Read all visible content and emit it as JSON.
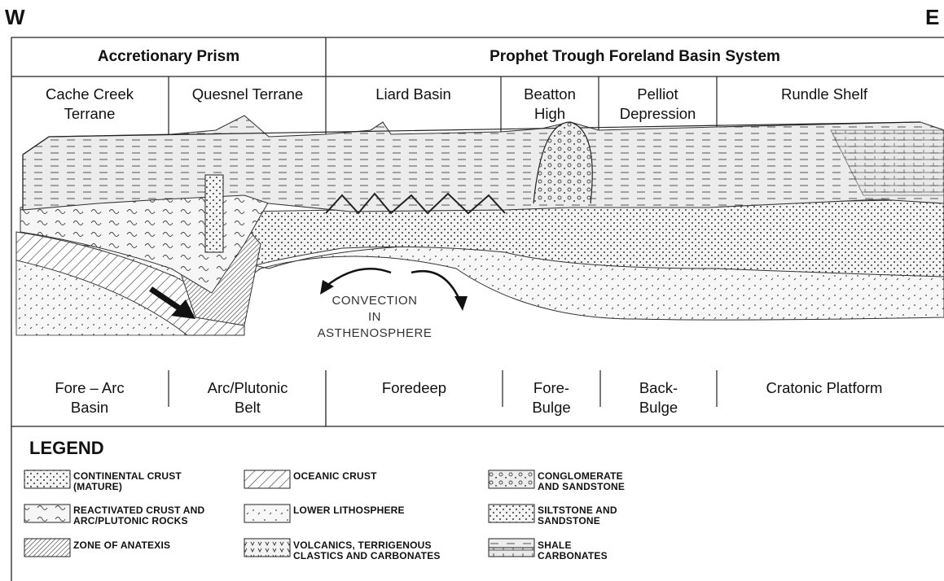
{
  "orientation": {
    "west": "W",
    "east": "E"
  },
  "headers": {
    "left": "Accretionary Prism",
    "right": "Prophet Trough Foreland Basin System"
  },
  "top_labels": [
    {
      "id": "cache",
      "line1": "Cache Creek",
      "line2": "Terrane"
    },
    {
      "id": "quesnel",
      "line1": "Quesnel Terrane",
      "line2": ""
    },
    {
      "id": "liard",
      "line1": "Liard Basin",
      "line2": ""
    },
    {
      "id": "beatton",
      "line1": "Beatton",
      "line2": "High"
    },
    {
      "id": "pelliot",
      "line1": "Pelliot",
      "line2": "Depression"
    },
    {
      "id": "rundle",
      "line1": "Rundle Shelf",
      "line2": ""
    }
  ],
  "convection": {
    "line1": "CONVECTION",
    "line2": "IN",
    "line3": "ASTHENOSPHERE"
  },
  "bottom_labels": [
    {
      "id": "forearc",
      "line1": "Fore – Arc",
      "line2": "Basin"
    },
    {
      "id": "arc",
      "line1": "Arc/Plutonic",
      "line2": "Belt"
    },
    {
      "id": "foredeep",
      "line1": "Foredeep",
      "line2": ""
    },
    {
      "id": "forebulge",
      "line1": "Fore-",
      "line2": "Bulge"
    },
    {
      "id": "backbulge",
      "line1": "Back-",
      "line2": "Bulge"
    },
    {
      "id": "cratonic",
      "line1": "Cratonic Platform",
      "line2": ""
    }
  ],
  "legend": {
    "title": "LEGEND",
    "items": [
      {
        "line1": "CONTINENTAL CRUST",
        "line2": "(MATURE)"
      },
      {
        "line1": "REACTIVATED CRUST AND",
        "line2": "ARC/PLUTONIC ROCKS"
      },
      {
        "line1": "ZONE OF ANATEXIS",
        "line2": ""
      },
      {
        "line1": "OCEANIC CRUST",
        "line2": ""
      },
      {
        "line1": "LOWER LITHOSPHERE",
        "line2": ""
      },
      {
        "line1": "VOLCANICS, TERRIGENOUS",
        "line2": "CLASTICS AND CARBONATES"
      },
      {
        "line1": "CONGLOMERATE",
        "line2": "AND SANDSTONE"
      },
      {
        "line1": "SILTSTONE AND",
        "line2": "SANDSTONE"
      },
      {
        "line1": "SHALE",
        "line2": "CARBONATES"
      }
    ]
  }
}
